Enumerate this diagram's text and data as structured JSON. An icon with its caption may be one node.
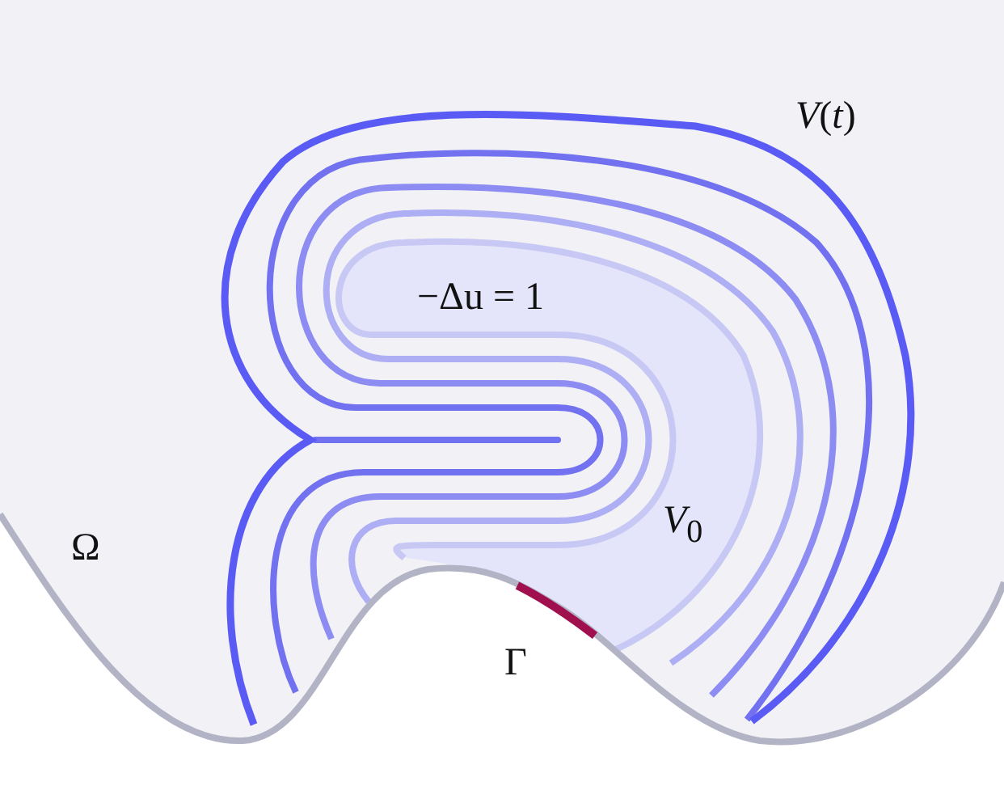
{
  "diagram": {
    "labels": [
      "*V*(*t*)",
      "−Δu = 1",
      "Ω",
      "*V*$_{0}$",
      "Γ"
    ]
  }
}
